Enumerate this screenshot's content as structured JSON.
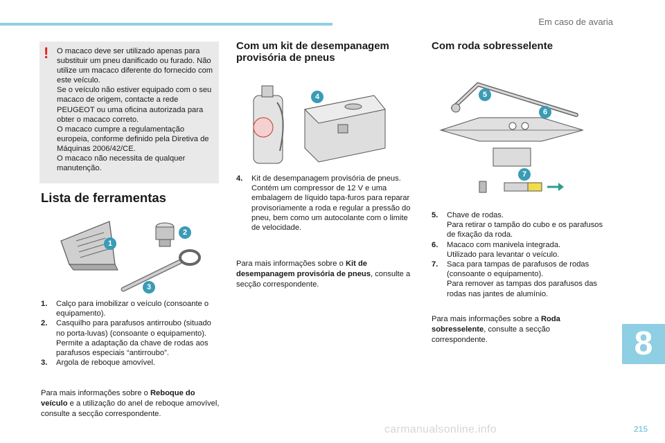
{
  "header": {
    "section_title": "Em caso de avaria"
  },
  "warning": {
    "mark": "!",
    "text": "O macaco deve ser utilizado apenas para substituir um pneu danificado ou furado. Não utilize um macaco diferente do fornecido com este veículo.\nSe o veículo não estiver equipado com o seu macaco de origem, contacte a rede PEUGEOT ou uma oficina autorizada para obter o macaco correto.\nO macaco cumpre a regulamentação europeia, conforme definido pela Diretiva de Máquinas 2006/42/CE.\nO macaco não necessita de qualquer manutenção."
  },
  "tools": {
    "title": "Lista de ferramentas",
    "badges": [
      "1",
      "2",
      "3"
    ],
    "items": [
      {
        "num": "1.",
        "text": "Calço para imobilizar o veículo (consoante o equipamento)."
      },
      {
        "num": "2.",
        "text": "Casquilho para parafusos antirroubo (situado no porta-luvas) (consoante o equipamento).\nPermite a adaptação da chave de rodas aos parafusos especiais “antirroubo”."
      },
      {
        "num": "3.",
        "text": "Argola de reboque amovível."
      }
    ],
    "info_pre": "Para mais informações sobre o ",
    "info_bold": "Reboque do veículo",
    "info_post": " e a utilização do anel de reboque amovível, consulte a secção correspondente."
  },
  "kit": {
    "title": "Com um kit de desempanagem provisória de pneus",
    "badges": [
      "4"
    ],
    "items": [
      {
        "num": "4.",
        "text": "Kit de desempanagem provisória de pneus.\nContém um compressor de 12 V e uma embalagem de líquido tapa-furos para reparar provisoriamente a roda e regular a pressão do pneu, bem como um autocolante com o limite de velocidade."
      }
    ],
    "info_pre": "Para mais informações sobre o ",
    "info_bold": "Kit de desempanagem provisória de pneus",
    "info_post": ", consulte a secção correspondente."
  },
  "spare": {
    "title": "Com roda sobresselente",
    "badges": [
      "5",
      "6",
      "7"
    ],
    "items": [
      {
        "num": "5.",
        "text": "Chave de rodas.\nPara retirar o tampão do cubo e os parafusos de fixação da roda."
      },
      {
        "num": "6.",
        "text": "Macaco com manivela integrada.\nUtilizado para levantar o veículo."
      },
      {
        "num": "7.",
        "text": "Saca para tampas de parafusos de rodas (consoante o equipamento).\nPara remover as tampas dos parafusos das rodas nas jantes de alumínio."
      }
    ],
    "info_pre": "Para mais informações sobre a ",
    "info_bold": "Roda sobresselente",
    "info_post": ", consulte a secção correspondente."
  },
  "chapter_number": "8",
  "page_number": "215",
  "watermark": "carmanualsonline.info"
}
